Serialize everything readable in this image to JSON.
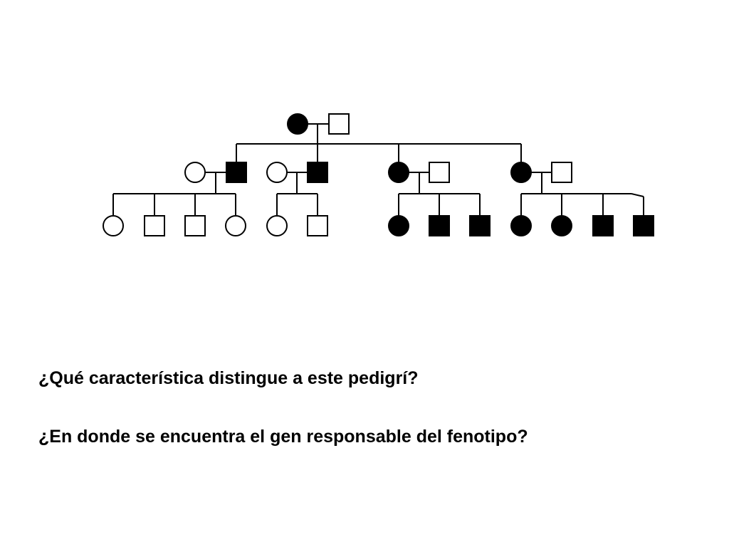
{
  "pedigree": {
    "legend_colors": {
      "affected": "#000000",
      "unaffected": "#ffffff",
      "line": "#000000"
    },
    "individuals": [
      {
        "id": "I-1",
        "generation": 1,
        "sex": "female",
        "affected": true
      },
      {
        "id": "I-2",
        "generation": 1,
        "sex": "male",
        "affected": false
      },
      {
        "id": "II-1",
        "generation": 2,
        "sex": "female",
        "affected": false
      },
      {
        "id": "II-2",
        "generation": 2,
        "sex": "male",
        "affected": true
      },
      {
        "id": "II-3",
        "generation": 2,
        "sex": "female",
        "affected": false
      },
      {
        "id": "II-4",
        "generation": 2,
        "sex": "male",
        "affected": true
      },
      {
        "id": "II-5",
        "generation": 2,
        "sex": "female",
        "affected": true
      },
      {
        "id": "II-6",
        "generation": 2,
        "sex": "male",
        "affected": false
      },
      {
        "id": "II-7",
        "generation": 2,
        "sex": "female",
        "affected": true
      },
      {
        "id": "II-8",
        "generation": 2,
        "sex": "male",
        "affected": false
      },
      {
        "id": "III-1",
        "generation": 3,
        "sex": "female",
        "affected": false
      },
      {
        "id": "III-2",
        "generation": 3,
        "sex": "male",
        "affected": false
      },
      {
        "id": "III-3",
        "generation": 3,
        "sex": "male",
        "affected": false
      },
      {
        "id": "III-4",
        "generation": 3,
        "sex": "female",
        "affected": false
      },
      {
        "id": "III-5",
        "generation": 3,
        "sex": "female",
        "affected": false
      },
      {
        "id": "III-6",
        "generation": 3,
        "sex": "male",
        "affected": false
      },
      {
        "id": "III-7",
        "generation": 3,
        "sex": "female",
        "affected": true
      },
      {
        "id": "III-8",
        "generation": 3,
        "sex": "male",
        "affected": true
      },
      {
        "id": "III-9",
        "generation": 3,
        "sex": "male",
        "affected": true
      },
      {
        "id": "III-10",
        "generation": 3,
        "sex": "female",
        "affected": true
      },
      {
        "id": "III-11",
        "generation": 3,
        "sex": "female",
        "affected": true
      },
      {
        "id": "III-12",
        "generation": 3,
        "sex": "male",
        "affected": true
      },
      {
        "id": "III-13",
        "generation": 3,
        "sex": "male",
        "affected": true
      }
    ],
    "matings": [
      {
        "partners": [
          "I-1",
          "I-2"
        ],
        "children": [
          "II-2",
          "II-4",
          "II-5",
          "II-7"
        ]
      },
      {
        "partners": [
          "II-1",
          "II-2"
        ],
        "children": [
          "III-1",
          "III-2",
          "III-3",
          "III-4"
        ]
      },
      {
        "partners": [
          "II-3",
          "II-4"
        ],
        "children": [
          "III-5",
          "III-6"
        ]
      },
      {
        "partners": [
          "II-5",
          "II-6"
        ],
        "children": [
          "III-7",
          "III-8",
          "III-9"
        ]
      },
      {
        "partners": [
          "II-7",
          "II-8"
        ],
        "children": [
          "III-10",
          "III-11",
          "III-12",
          "III-13"
        ]
      }
    ]
  },
  "questions": [
    "¿Qué característica distingue a este pedigrí?",
    "¿En donde se encuentra el gen responsable del fenotipo?"
  ]
}
